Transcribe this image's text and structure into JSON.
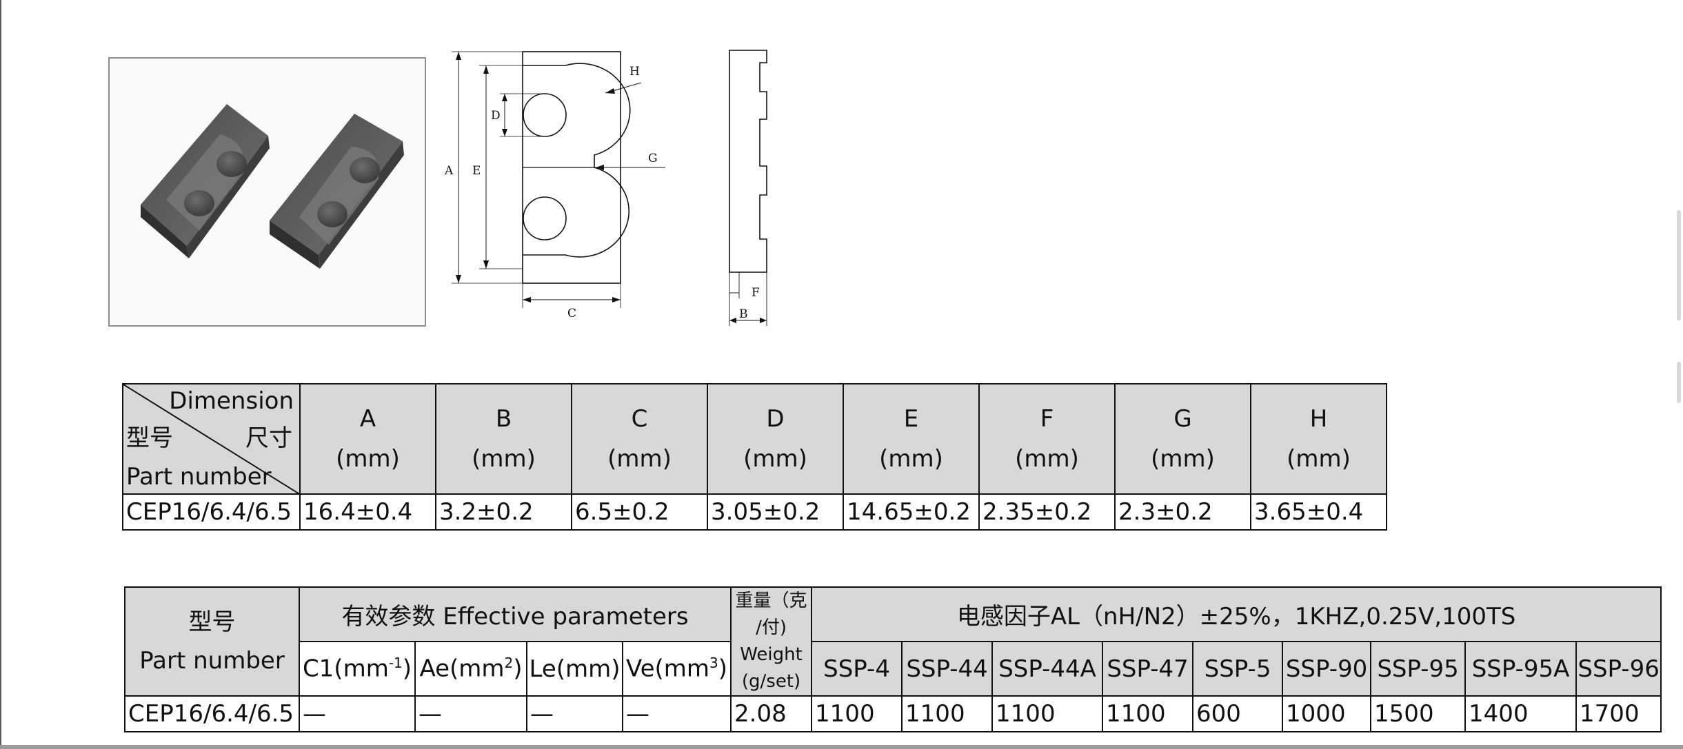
{
  "drawing_labels": {
    "A": "A",
    "B": "B",
    "C": "C",
    "D": "D",
    "E": "E",
    "F": "F",
    "G": "G",
    "H": "H"
  },
  "dimension_table": {
    "corner": {
      "top": "Dimension",
      "middle_left": "型号",
      "middle_right": "尺寸",
      "bottom": "Part number"
    },
    "unit": "(mm)",
    "columns": [
      "A",
      "B",
      "C",
      "D",
      "E",
      "F",
      "G",
      "H"
    ],
    "rows": [
      {
        "part": "CEP16/6.4/6.5",
        "values": [
          "16.4±0.4",
          "3.2±0.2",
          "6.5±0.2",
          "3.05±0.2",
          "14.65±0.2",
          "2.35±0.2",
          "2.3±0.2",
          "3.65±0.4"
        ]
      }
    ]
  },
  "parameter_table": {
    "part_header_cn": "型号",
    "part_header_en": "Part number",
    "effective_header": "有效参数 Effective parameters",
    "weight_header_cn_1": "重量（克",
    "weight_header_cn_2": "/付)",
    "weight_header_en_1": "Weight",
    "weight_header_en_2": "(g/set)",
    "al_header": "电感因子AL（nH/N2）±25%，1KHZ,0.25V,100TS",
    "c1": {
      "base": "C1(mm",
      "sup": "-1",
      "end": ")"
    },
    "ae": {
      "base": "Ae(mm",
      "sup": "2",
      "end": ")"
    },
    "le": "Le(mm)",
    "ve": {
      "base": "Ve(mm",
      "sup": "3",
      "end": ")"
    },
    "materials": [
      "SSP-4",
      "SSP-44",
      "SSP-44A",
      "SSP-47",
      "SSP-5",
      "SSP-90",
      "SSP-95",
      "SSP-95A",
      "SSP-96"
    ],
    "row": {
      "part": "CEP16/6.4/6.5",
      "effective": [
        "—",
        "—",
        "—",
        "—"
      ],
      "weight": "2.08",
      "al_values": [
        "1100",
        "1100",
        "1100",
        "1100",
        "600",
        "1000",
        "1500",
        "1400",
        "1700"
      ]
    }
  }
}
